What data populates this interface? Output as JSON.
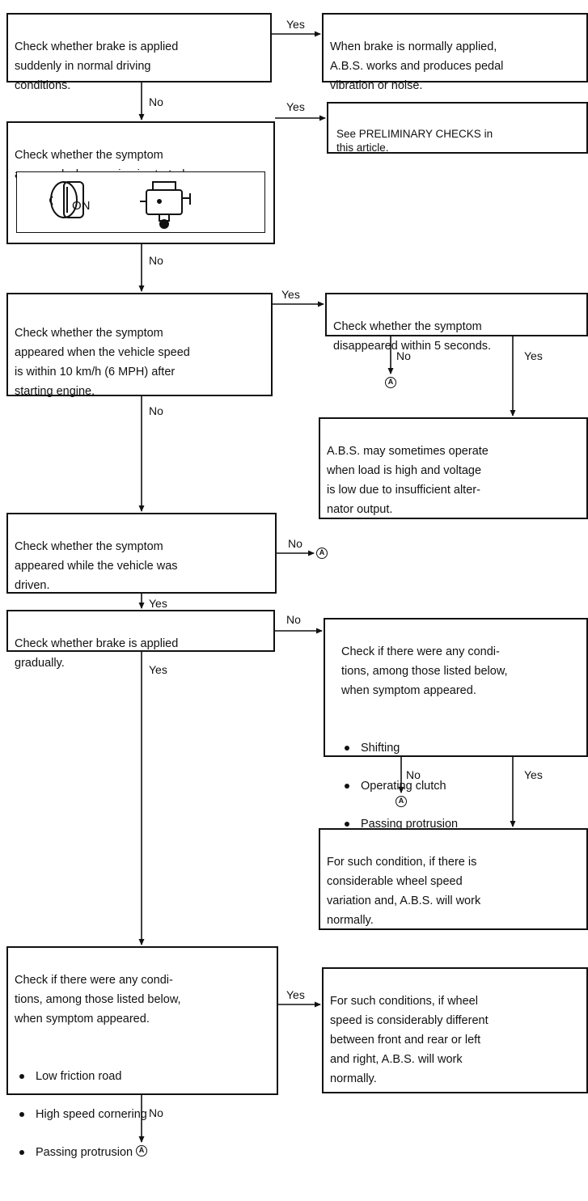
{
  "boxes": {
    "q1": "Check whether brake is applied\nsuddenly in normal driving\nconditions.",
    "a1": "When brake is normally applied,\nA.B.S. works and produces pedal\nvibration or noise.",
    "q2": "Check whether the symptom\nappeared when engine is started.",
    "a2": "See PRELIMINARY CHECKS in\nthis article.",
    "q3": "Check whether the symptom\nappeared when the vehicle speed\nis within 10 km/h (6 MPH) after\nstarting engine.",
    "q4": "Check whether the symptom\ndisappeared within 5 seconds.",
    "a4": "A.B.S. may sometimes operate\nwhen load is high and voltage\nis low due to insufficient alter-\nnator output.",
    "q5": "Check whether the symptom\nappeared while the vehicle was\ndriven.",
    "q6": "Check whether brake is applied\ngradually.",
    "q7": "Check if there were any condi-\ntions, among those listed below,\nwhen symptom appeared.",
    "a7": "For such condition, if there is\nconsiderable wheel speed\nvariation and, A.B.S. will work\nnormally.",
    "q8": "Check if there were any condi-\ntions, among those listed below,\nwhen symptom appeared.",
    "a8": "For such conditions, if wheel\nspeed is considerably different\nbetween front and rear or left\nand right, A.B.S. will work\nnormally."
  },
  "q7_items": [
    "Shifting",
    "Operating clutch",
    "Passing protrusion"
  ],
  "q8_items": [
    "Low friction road",
    "High speed cornering",
    "Passing protrusion"
  ],
  "icons": {
    "key": "ignition-key-on-icon",
    "engine": "engine-icon",
    "key_text": "ON"
  },
  "labels": {
    "yes": "Yes",
    "no": "No",
    "connector": "A"
  }
}
